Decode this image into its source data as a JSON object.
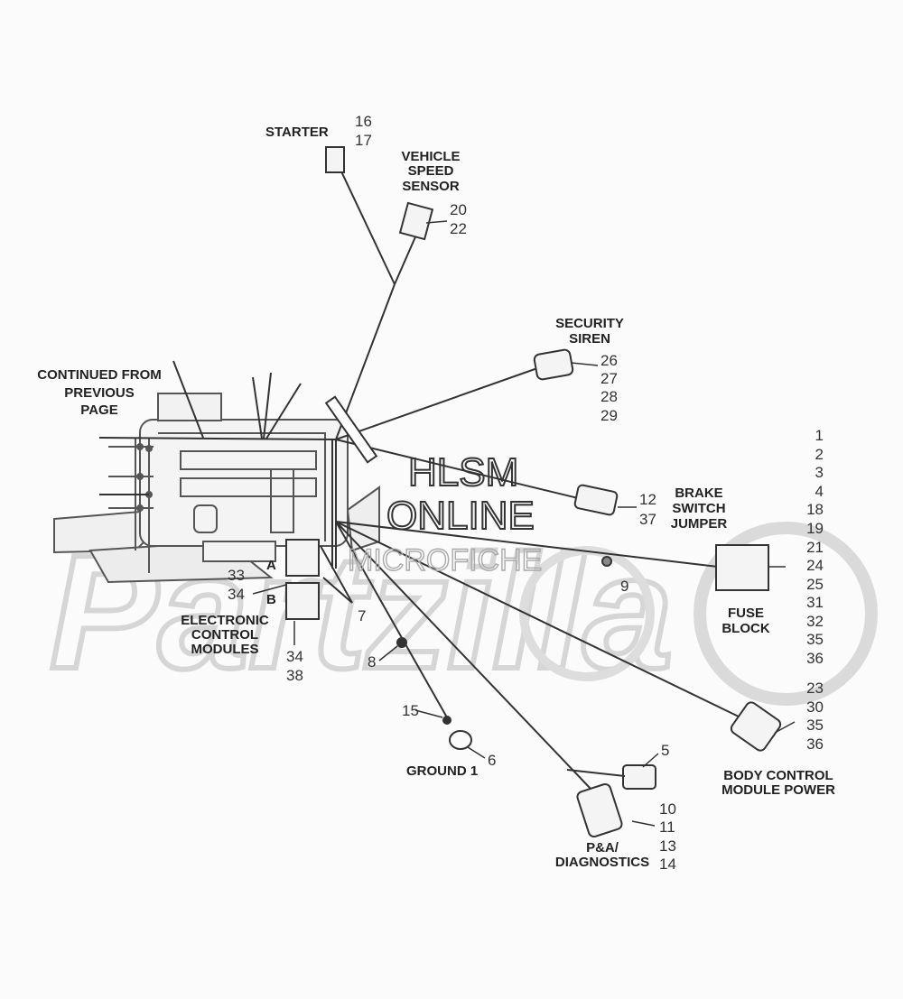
{
  "watermark": {
    "line1": "HLSM",
    "line2": "ONLINE",
    "line3": "MICROFICHE",
    "brand": "Partzilla"
  },
  "labels": {
    "starter": "STARTER",
    "vss": [
      "VEHICLE",
      "SPEED",
      "SENSOR"
    ],
    "siren": [
      "SECURITY",
      "SIREN"
    ],
    "continued": [
      "CONTINUED FROM",
      "PREVIOUS",
      "PAGE"
    ],
    "brake": [
      "BRAKE",
      "SWITCH",
      "JUMPER"
    ],
    "fuse": [
      "FUSE",
      "BLOCK"
    ],
    "ecm": [
      "ELECTRONIC",
      "CONTROL",
      "MODULES"
    ],
    "ground": "GROUND 1",
    "pa": [
      "P&A/",
      "DIAGNOSTICS"
    ],
    "bcm": [
      "BODY CONTROL",
      "MODULE POWER"
    ],
    "ecm_a": "A",
    "ecm_b": "B"
  },
  "callouts": {
    "starter": [
      "16",
      "17"
    ],
    "vss": [
      "20",
      "22"
    ],
    "siren": [
      "26",
      "27",
      "28",
      "29"
    ],
    "brake": [
      "12",
      "37"
    ],
    "fuse": [
      "1",
      "2",
      "3",
      "4",
      "18",
      "19",
      "21",
      "24",
      "25",
      "31",
      "32",
      "35",
      "36"
    ],
    "ecm_a": [
      "33",
      "34"
    ],
    "ecm_bottom": [
      "34",
      "38"
    ],
    "n7": "7",
    "n8": "8",
    "n9": "9",
    "n15": "15",
    "n6": "6",
    "n5": "5",
    "pa": [
      "10",
      "11",
      "13",
      "14"
    ],
    "bcm": [
      "23",
      "30",
      "35",
      "36"
    ]
  },
  "colors": {
    "line": "#333333",
    "watermark": "#d0d0d0",
    "frame": "#555555"
  }
}
